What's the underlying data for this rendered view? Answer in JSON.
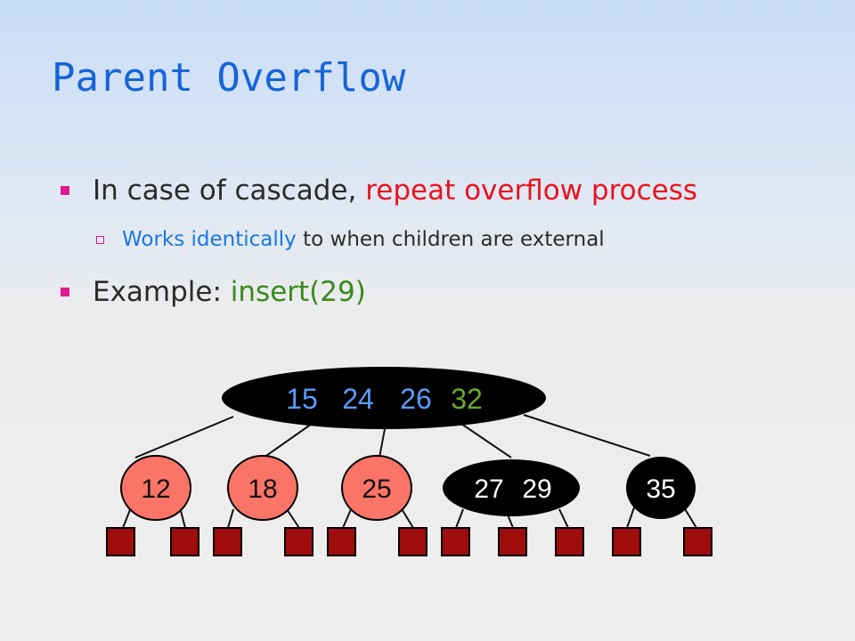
{
  "slide": {
    "title": "Parent Overflow",
    "bullets": [
      {
        "text": "In case of cascade, ",
        "highlight": "repeat overflow process"
      },
      {
        "highlight": "Works identically",
        "text": " to when children are external"
      },
      {
        "text": "Example: ",
        "highlight": "insert(29)"
      }
    ]
  },
  "diagram": {
    "root_keys": [
      "15",
      "24",
      "26",
      "32"
    ],
    "children": [
      {
        "keys": [
          "12"
        ]
      },
      {
        "keys": [
          "18"
        ]
      },
      {
        "keys": [
          "25"
        ]
      },
      {
        "keys": [
          "27",
          "29"
        ]
      },
      {
        "keys": [
          "35"
        ]
      }
    ]
  },
  "colors": {
    "title": "#1565d8",
    "bullet_marker": "#e0198f",
    "red_text": "#e8141e",
    "blue_text": "#1a78e0",
    "green_text": "#3a8a1a",
    "root_node": "#000000",
    "root_key_blue": "#5b9bff",
    "root_key_green": "#6aa82a",
    "child_node_salmon": "#fa7468",
    "child_node_black": "#000000",
    "leaf_square": "#9e0c0c"
  }
}
